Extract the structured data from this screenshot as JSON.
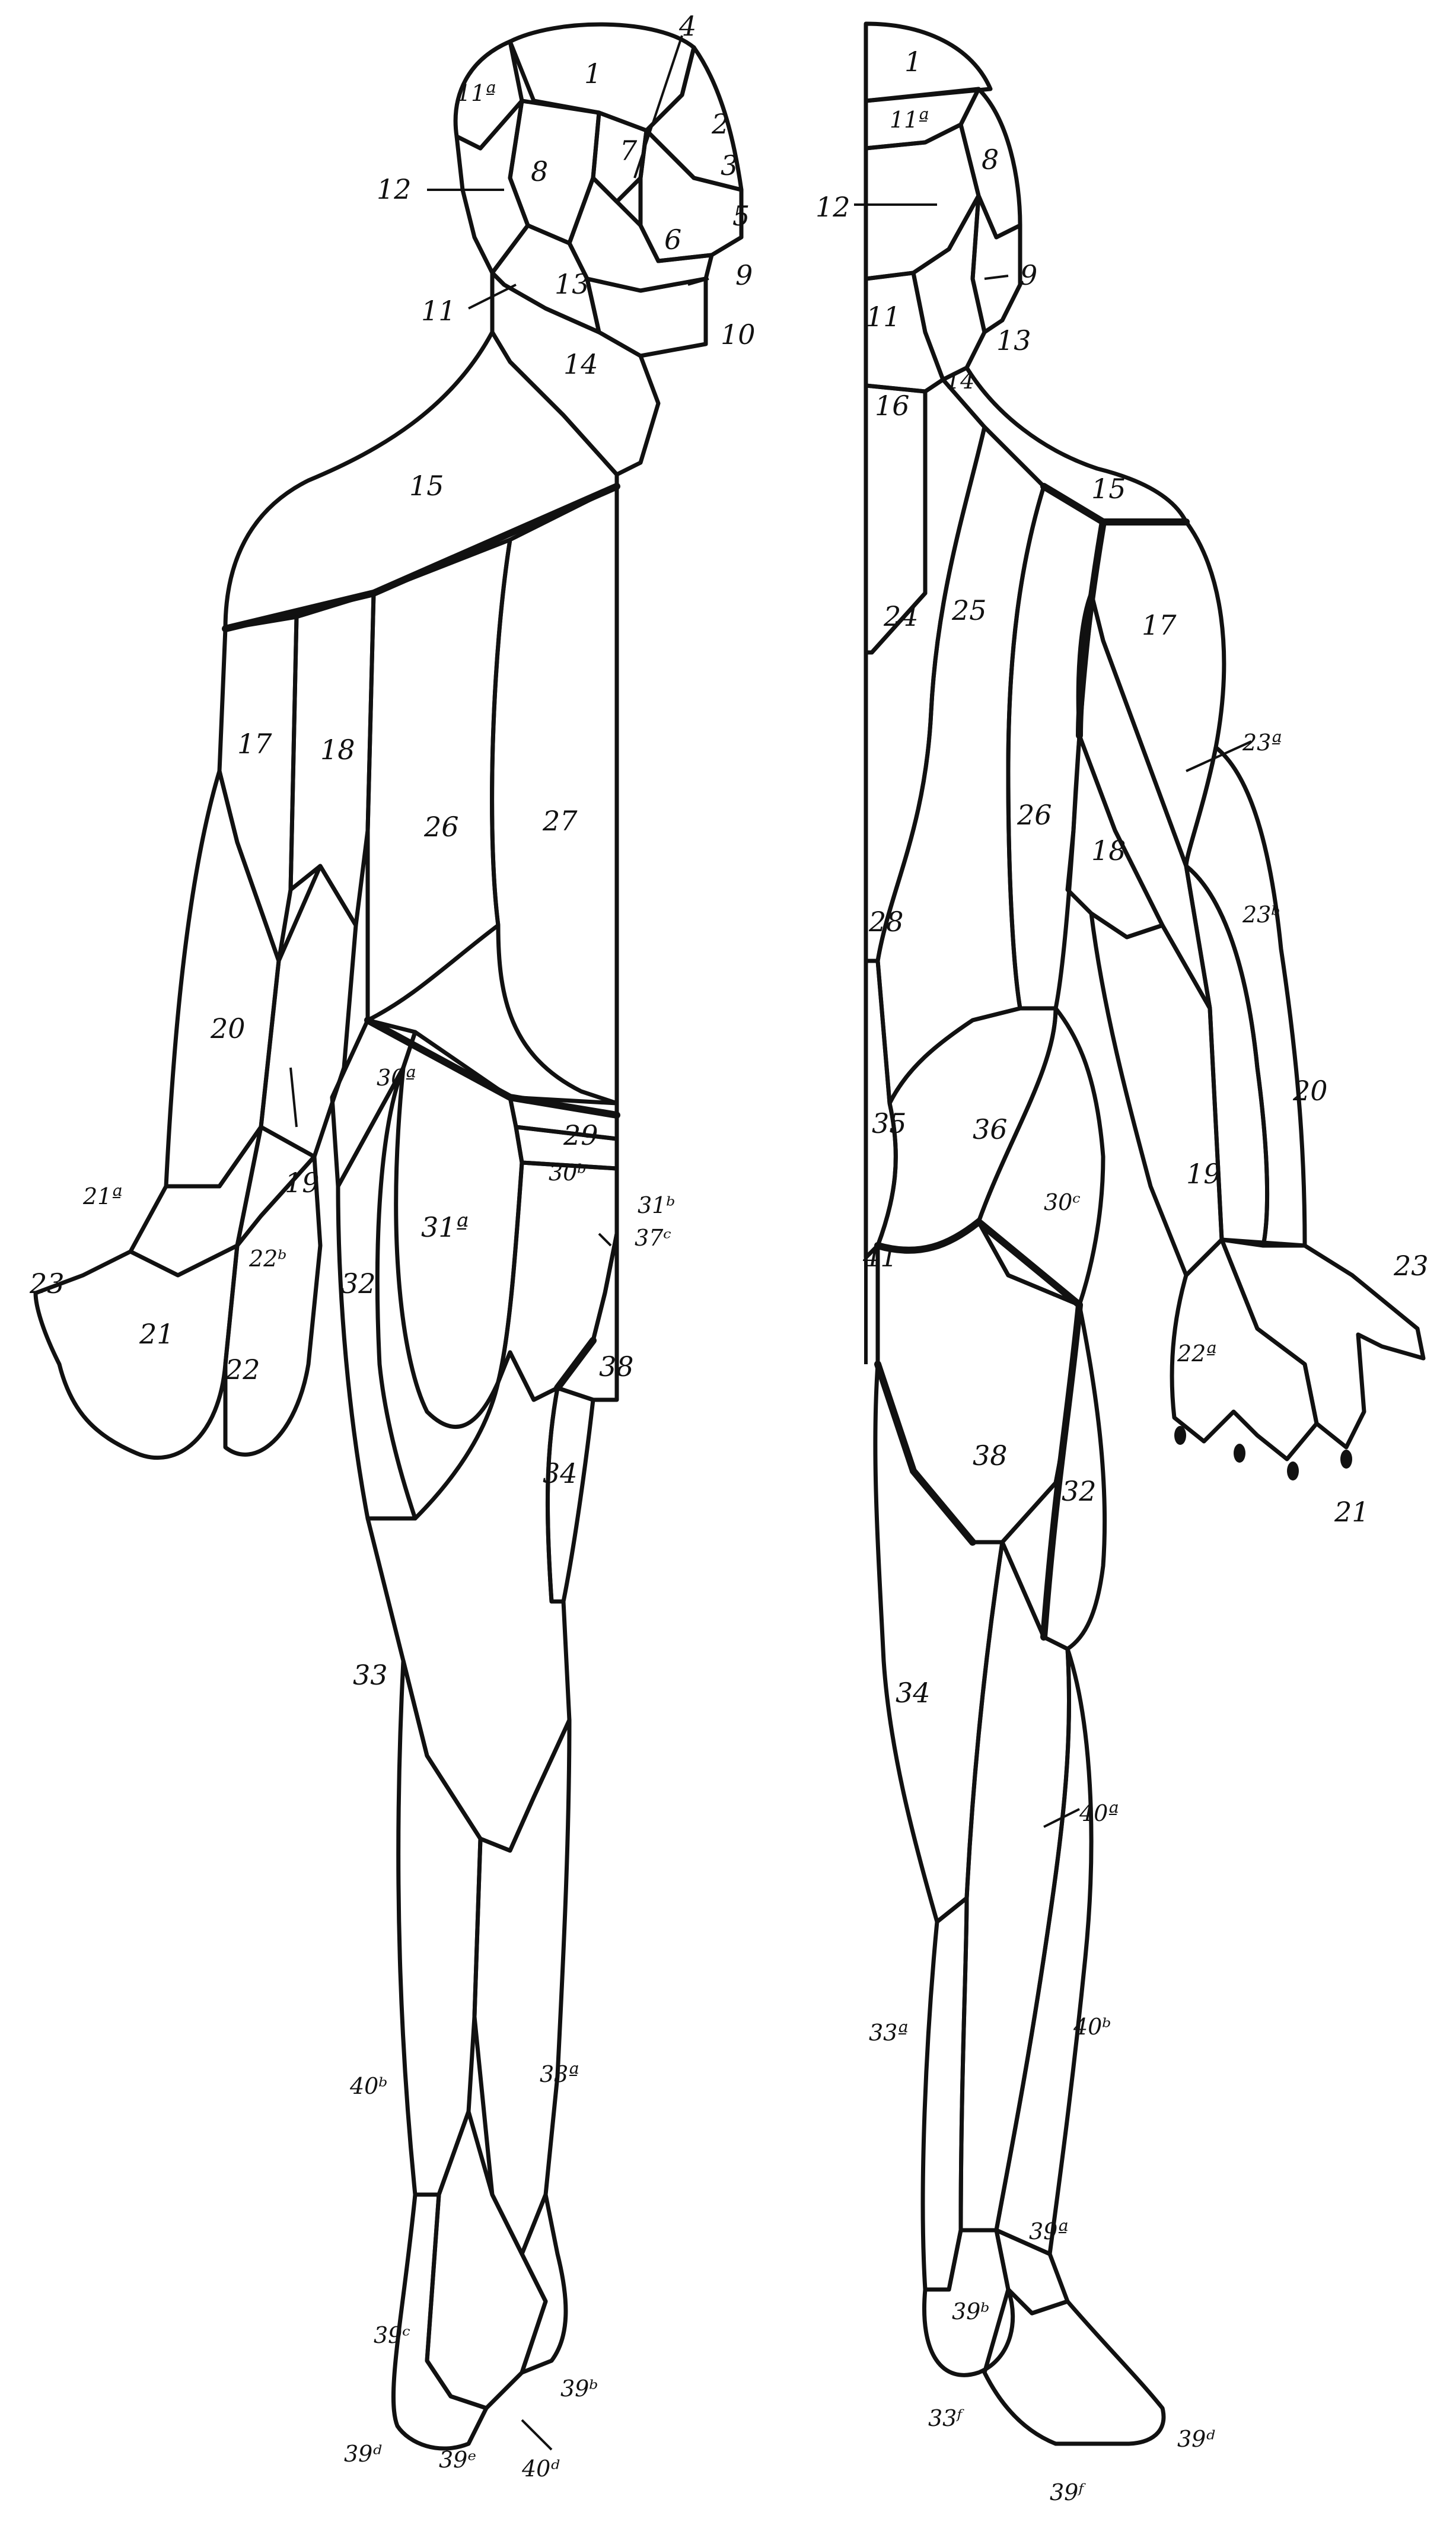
{
  "labels": {
    "front": {
      "l1": "1",
      "l2": "2",
      "l3": "3",
      "l4": "4",
      "l5": "5",
      "l7": "7",
      "l6": "6",
      "l8": "8",
      "l9": "9",
      "l10": "10",
      "l11a": "11ª",
      "l11": "11",
      "l12": "12",
      "l13": "13",
      "l14": "14",
      "l15": "15",
      "l17": "17",
      "l18": "18",
      "l19": "19",
      "l20": "20",
      "l21a": "21ª",
      "l21": "21",
      "l22b": "22ᵇ",
      "l22": "22",
      "l23": "23",
      "l26": "26",
      "l27": "27",
      "l29": "29",
      "l30a": "30ª",
      "l30b": "30ᵇ",
      "l31a": "31ª",
      "l31b": "31ᵇ",
      "l37c": "37ᶜ",
      "l32": "32",
      "l33": "33",
      "l34": "34",
      "l38": "38",
      "l33a": "33ª",
      "l40b": "40ᵇ",
      "l39c": "39ᶜ",
      "l39b": "39ᵇ",
      "l39d": "39ᵈ",
      "l39e": "39ᵉ",
      "l40d": "40ᵈ"
    },
    "back": {
      "l1": "1",
      "l11a": "11ª",
      "l8": "8",
      "l12": "12",
      "l9": "9",
      "l11": "11",
      "l13": "13",
      "l14": "14",
      "l16": "16",
      "l15": "15",
      "l24": "24",
      "l25": "25",
      "l17": "17",
      "l23a": "23ª",
      "l26": "26",
      "l18": "18",
      "l23b": "23ᵇ",
      "l28": "28",
      "l20": "20",
      "l35": "35",
      "l36": "36",
      "l19": "19",
      "l30": "30ᶜ",
      "l41": "41",
      "l23": "23",
      "l22a": "22ª",
      "l21": "21",
      "l38": "38",
      "l32": "32",
      "l34": "34",
      "l40a": "40ª",
      "l40b": "40ᵇ",
      "l33a": "33ª",
      "l39a": "39ª",
      "l39b": "39ᵇ",
      "l33f": "33ᶠ",
      "l39d": "39ᵈ",
      "l39f": "39ᶠ"
    }
  },
  "fill_patterns": [
    "dense-stipple",
    "light-stipple",
    "horizontal-hatch",
    "vertical-hatch",
    "dotted-grid",
    "blank"
  ]
}
